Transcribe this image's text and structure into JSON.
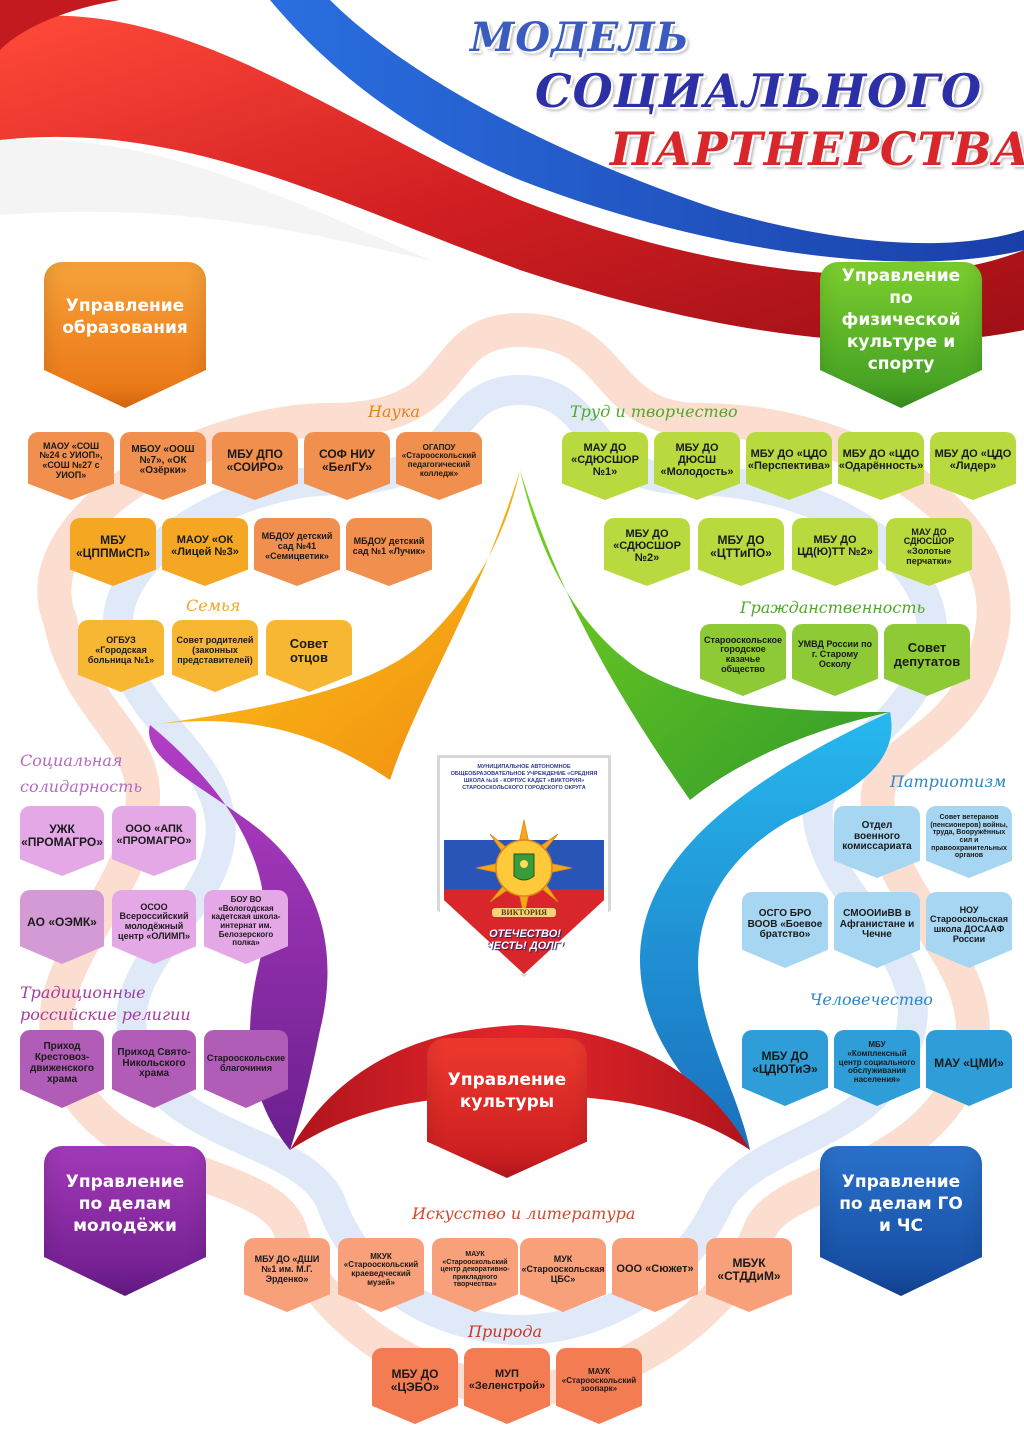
{
  "title": [
    "МОДЕЛЬ",
    "СОЦИАЛЬНОГО",
    "ПАРТНЕРСТВА"
  ],
  "colors": {
    "orange": "#f28a1e",
    "green": "#5cba2a",
    "purple": "#9b2fb0",
    "blue": "#1e5fb6",
    "red": "#e0272b",
    "yellow": "#f7b500"
  },
  "headers": {
    "education": "Управление образования",
    "sport": "Управление по физической культуре и спорту",
    "culture": "Управление культуры",
    "youth": "Управление по делам молодёжи",
    "emergency": "Управление по делам ГО и ЧС"
  },
  "categories": {
    "science": "Наука",
    "labor": "Труд и творчество",
    "family": "Семья",
    "citizenship": "Гражданственность",
    "solidarity": "Социальная солидарность",
    "patriotism": "Патриотизм",
    "religions": "Традиционные российские религии",
    "humanity": "Человечество",
    "arts": "Искусство и литература",
    "nature": "Природа"
  },
  "groups": {
    "science_row1": [
      "МАОУ «СОШ №24 с УИОП», «СОШ №27 с УИОП»",
      "МБОУ «ООШ №7», «ОК «Озёрки»",
      "МБУ ДПО «СОИРО»",
      "СОФ НИУ «БелГУ»",
      "ОГАПОУ «Старооскольский педагогический колледж»"
    ],
    "science_row2": [
      "МБУ «ЦППМиСП»",
      "МАОУ «ОК «Лицей №3»",
      "МБДОУ детский сад №41 «Семицветик»",
      "МБДОУ детский сад №1 «Лучик»"
    ],
    "family": [
      "ОГБУЗ «Городская больница №1»",
      "Совет родителей (законных представителей)",
      "Совет отцов"
    ],
    "labor_row1": [
      "МАУ ДО «СДЮСШОР №1»",
      "МБУ ДО ДЮСШ «Молодость»",
      "МБУ ДО «ЦДО «Перспектива»",
      "МБУ ДО «ЦДО «Одарённость»",
      "МБУ ДО «ЦДО «Лидер»"
    ],
    "labor_row2": [
      "МБУ ДО «СДЮСШОР №2»",
      "МБУ ДО «ЦТТиПО»",
      "МБУ ДО ЦД(Ю)ТТ №2»",
      "МАУ ДО СДЮСШОР «Золотые перчатки»"
    ],
    "citizenship": [
      "Старооскольское городское казачье общество",
      "УМВД России по г. Старому Осколу",
      "Совет депутатов"
    ],
    "solidarity": [
      "УЖК «ПРОМАГРО»",
      "ООО «АПК «ПРОМАГРО»",
      "АО «ОЭМК»",
      "ОСОО Всероссийский молодёжный центр «ОЛИМП»",
      "БОУ ВО «Вологодская кадетская школа-интернат им. Белозерского полка»"
    ],
    "religions": [
      "Приход Крестовоз-движенского храма",
      "Приход Свято-Никольского храма",
      "Старооскольские благочиния"
    ],
    "patriotism": [
      "Отдел военного комиссариата",
      "Совет ветеранов (пенсионеров) войны, труда, Вооружённых сил и правоохранительных органов",
      "ОСГО БРО ВООВ «Боевое братство»",
      "СМООИиВВ в Афганистане и Чечне",
      "НОУ Старооскольская школа ДОСААФ России"
    ],
    "humanity": [
      "МБУ ДО «ЦДЮТиЭ»",
      "МБУ «Комплексный центр социального обслуживания населения»",
      "МАУ «ЦМИ»"
    ],
    "arts": [
      "МБУ ДО «ДШИ №1 им. М.Г. Эрденко»",
      "МКУК «Старооскольский краеведческий музей»",
      "МАУК «Старооскольский центр декоративно-прикладного творчества»",
      "МУК «Старооскольская ЦБС»",
      "ООО «Сюжет»",
      "МБУК «СТДДиМ»"
    ],
    "nature": [
      "МБУ ДО «ЦЭБО»",
      "МУП «Зеленстрой»",
      "МАУК «Старооскольский зоопарк»"
    ]
  },
  "emblem": {
    "top_text": "МУНИЦИПАЛЬНОЕ АВТОНОМНОЕ ОБЩЕОБРАЗОВАТЕЛЬНОЕ УЧРЕЖДЕНИЕ «СРЕДНЯЯ ШКОЛА №16 - КОРПУС КАДЕТ «ВИКТОРИЯ» СТАРООСКОЛЬСКОГО ГОРОДСКОГО ОКРУГА",
    "ribbon": "ВИКТОРИЯ",
    "motto": "ОТЕЧЕСТВО! ЧЕСТЬ! ДОЛГ!"
  }
}
